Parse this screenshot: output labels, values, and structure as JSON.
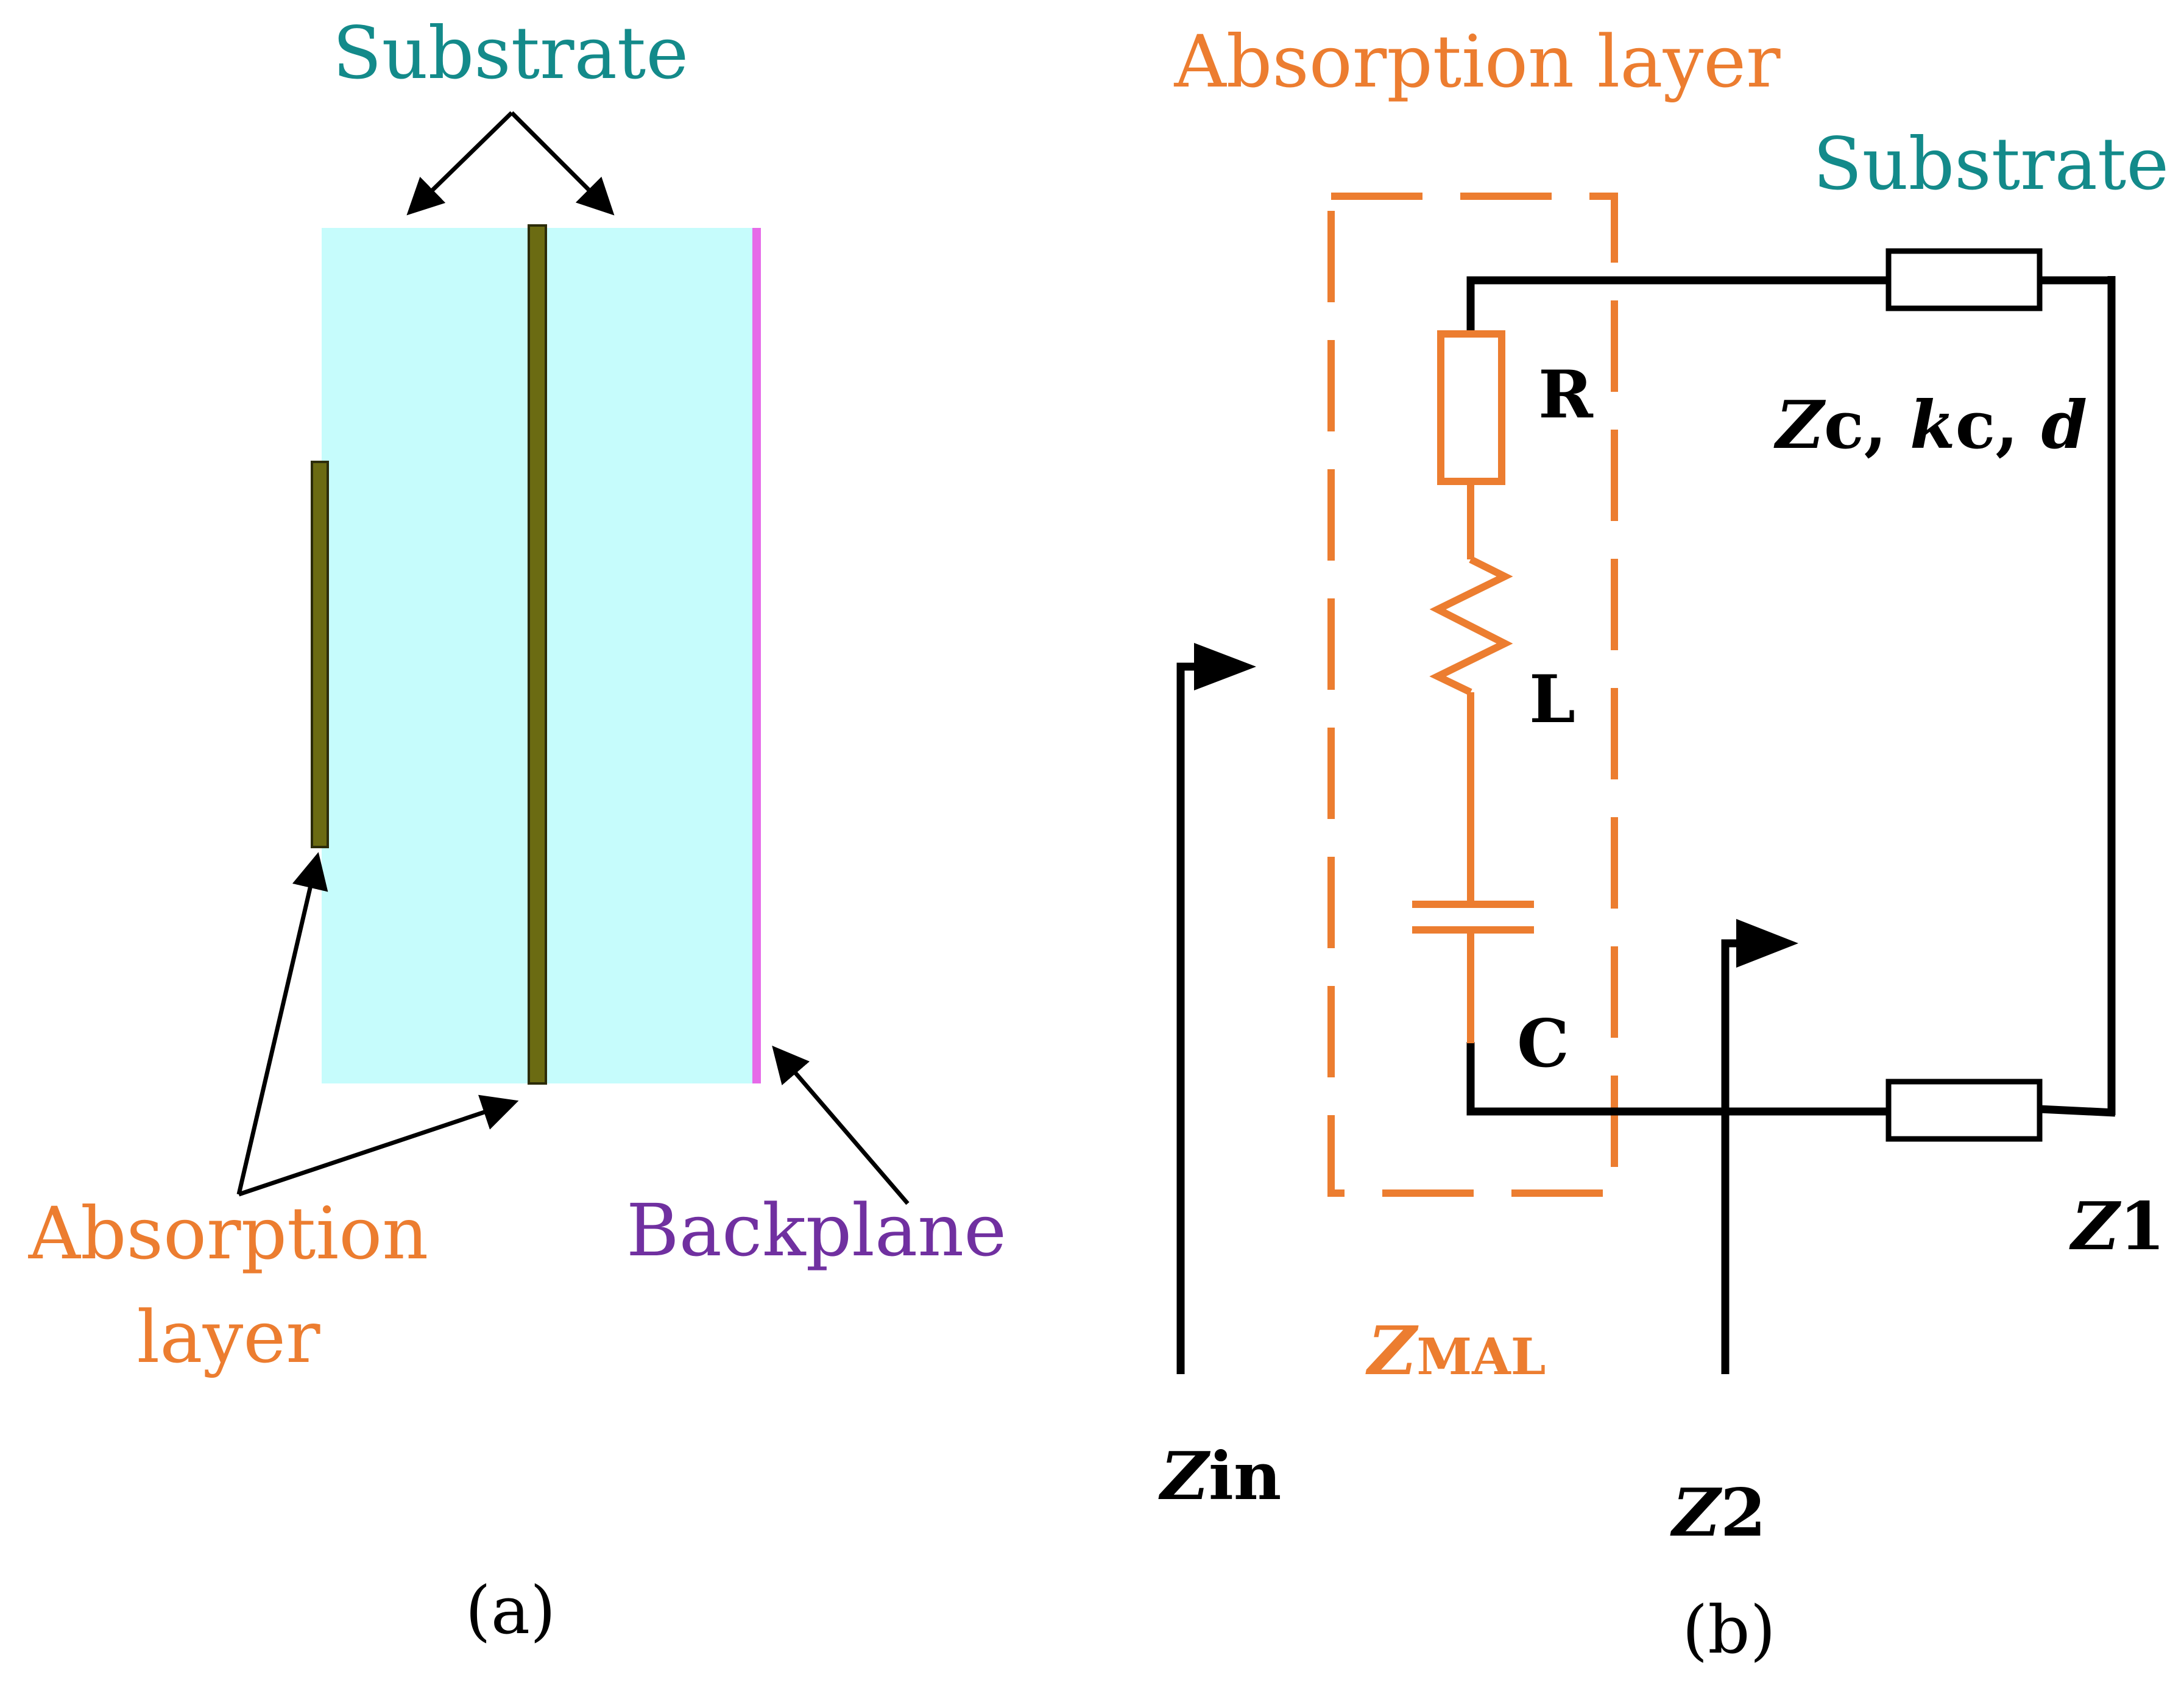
{
  "panel_a": {
    "substrate_label": "Substrate",
    "absorption_label_line1": "Absorption",
    "absorption_label_line2": "layer",
    "backplane_label": "Backplane",
    "caption": "(a)"
  },
  "panel_b": {
    "absorption_label": "Absorption layer",
    "substrate_label": "Substrate",
    "r_label": "R",
    "l_label": "L",
    "c_label": "C",
    "line_params": {
      "z_main": "Z",
      "z_sub": "c",
      "sep1": ", ",
      "k_main": "k",
      "k_sub": "c",
      "sep2": ", ",
      "d": "d"
    },
    "z1": {
      "main": "Z",
      "sub": "1"
    },
    "zin": {
      "main": "Z",
      "sub": "in"
    },
    "z2": {
      "main": "Z",
      "sub": "2"
    },
    "zmal": {
      "main": "Z",
      "sub": "MAL"
    },
    "caption": "(b)"
  },
  "colors": {
    "substrate_fill": "#c6fcfc",
    "layer_fill": "#6b6b12",
    "backplane": "#e66ae8",
    "teal_text": "#138a8a",
    "orange": "#ec7d30",
    "purple_text": "#7030a0",
    "black": "#000000"
  }
}
